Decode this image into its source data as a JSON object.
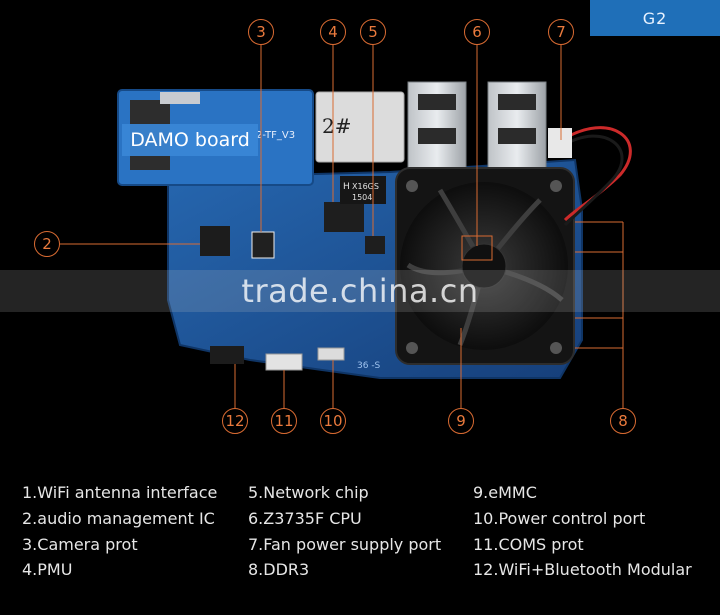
{
  "tag": "G2",
  "board_label": "DAMO board",
  "watermark": "trade.china.cn",
  "silkscreen": {
    "label_tf": "2-TF_V3",
    "label_2": "2#",
    "chip_brand": "H",
    "chip_code": "X16GS",
    "chip_date": "1504",
    "side_code": "36 -S"
  },
  "callouts": {
    "c1": "3",
    "c2": "4",
    "c3": "5",
    "c4": "6",
    "c5": "7",
    "c6": "2",
    "c7": "12",
    "c8": "11",
    "c9": "10",
    "c10": "9",
    "c11": "8"
  },
  "legend": [
    "1.WiFi antenna interface",
    "5.Network chip",
    "9.eMMC",
    "2.audio management IC",
    "6.Z3735F CPU",
    "10.Power control  port",
    "3.Camera prot",
    "7.Fan power supply port",
    "11.COMS prot",
    "4.PMU",
    "8.DDR3",
    "12.WiFi+Bluetooth Modular"
  ],
  "colors": {
    "callout": "#d96b32",
    "tag_bg": "#1f6fb8",
    "board": "#1a5aa5",
    "board_label_bg": "#3a87d7"
  }
}
